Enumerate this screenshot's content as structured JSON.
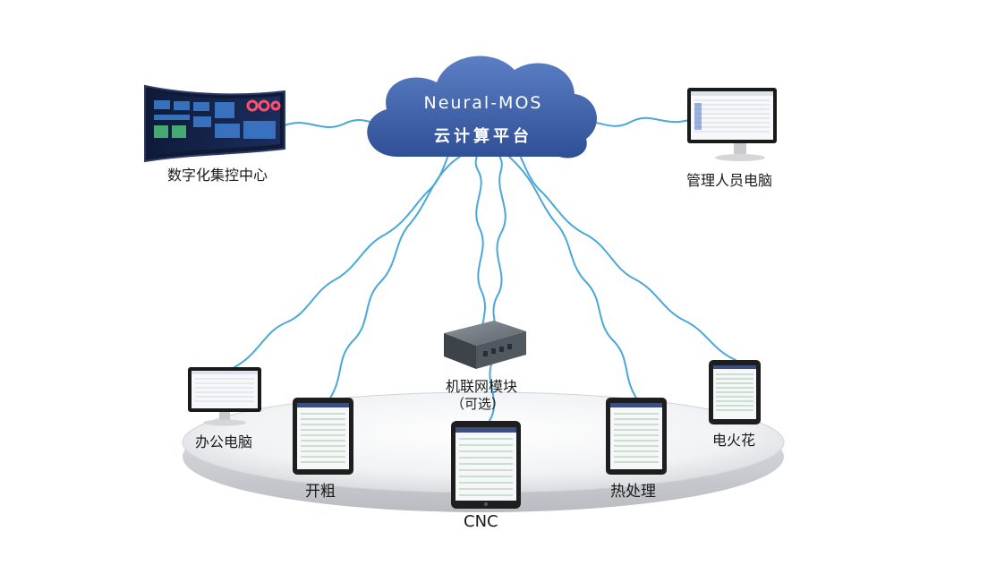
{
  "cloud": {
    "line1": "Neural-MOS",
    "line2": "云计算平台"
  },
  "devices": {
    "control_center": "数字化集控中心",
    "manager_pc": "管理人员电脑",
    "office_pc": "办公电脑",
    "gateway_line1": "机联网模块",
    "gateway_line2": "（可选）",
    "tablet_rough": "开粗",
    "tablet_cnc": "CNC",
    "tablet_heat": "热处理",
    "tablet_edm": "电火花"
  },
  "colors": {
    "cloud": "#3b5fa8",
    "cable": "#4aa8d8",
    "platform": "#eef0f2",
    "device_frame": "#1e1e1e"
  }
}
